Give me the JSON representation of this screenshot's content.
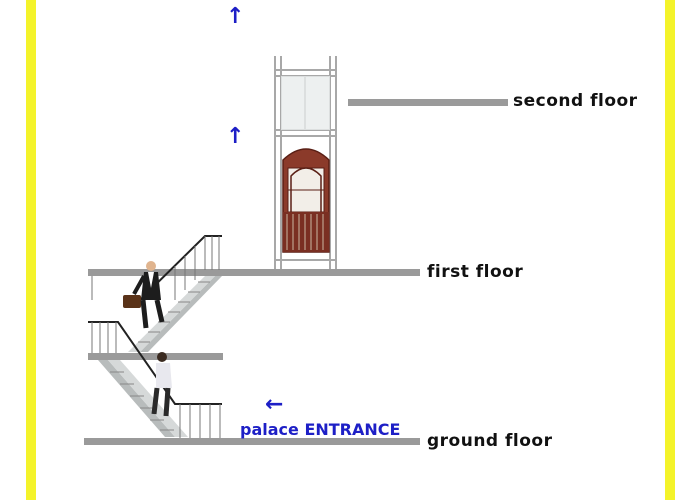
{
  "labels": {
    "second_floor": "second floor",
    "first_floor": "first floor",
    "ground_floor": "ground floor",
    "entrance": "palace ENTRANCE"
  },
  "arrows": {
    "up": "↑",
    "left": "←"
  },
  "icons": {
    "lift": "elevator-car-icon",
    "stairs": "staircase-icon",
    "person_with_briefcase": "businessman-icon",
    "person_climbing": "man-icon"
  },
  "colors": {
    "border": "#f4f32a",
    "arrow": "#1d1fc6",
    "floor_slab": "#9a9a9a",
    "lift_car": "#8b3a2a"
  }
}
